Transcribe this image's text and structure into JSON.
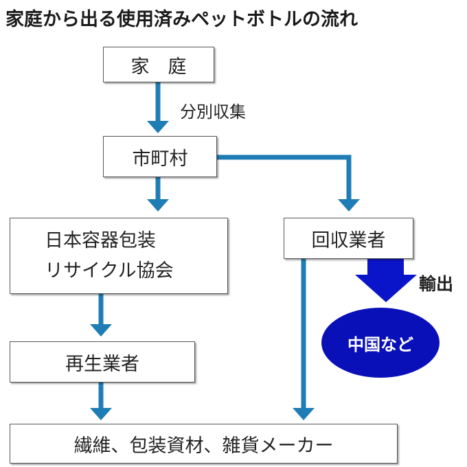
{
  "title": "家庭から出る使用済みペットボトルの流れ",
  "colors": {
    "arrow": "#1f7db5",
    "export_arrow": "#0a14c8",
    "destination": "#0a10b8"
  },
  "nodes": {
    "household": "家　庭",
    "municipality": "市町村",
    "jcpra_line1": "日本容器包装",
    "jcpra_line2": "リサイクル協会",
    "recycler": "再生業者",
    "collector": "回収業者",
    "destination": "中国など",
    "makers": "繊維、包装資材、雑貨メーカー"
  },
  "edge_labels": {
    "separate_collection": "分別収集",
    "export": "輸出"
  }
}
